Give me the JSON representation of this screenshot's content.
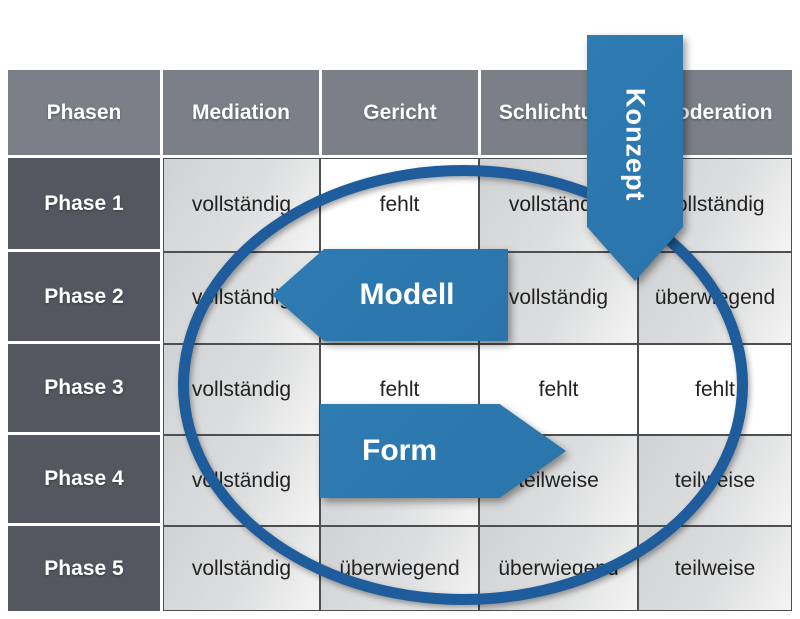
{
  "table": {
    "columns": [
      "Phasen",
      "Mediation",
      "Gericht",
      "Schlichtung",
      "Moderation"
    ],
    "rows": [
      {
        "label": "Phase 1",
        "values": [
          "vollständig",
          "fehlt",
          "vollständig",
          "vollständig"
        ]
      },
      {
        "label": "Phase 2",
        "values": [
          "vollständig",
          "",
          "vollständig",
          "überwiegend"
        ]
      },
      {
        "label": "Phase 3",
        "values": [
          "vollständig",
          "fehlt",
          "fehlt",
          "fehlt"
        ]
      },
      {
        "label": "Phase 4",
        "values": [
          "vollständig",
          "",
          "teilweise",
          "teilweise"
        ]
      },
      {
        "label": "Phase 5",
        "values": [
          "vollständig",
          "überwiegend",
          "überwiegend",
          "teilweise"
        ]
      }
    ]
  },
  "overlays": {
    "konzept_label": "Konzept",
    "modell_label": "Modell",
    "form_label": "Form"
  },
  "colors": {
    "arrow_blue": "#2E7CB3",
    "ellipse_blue": "#1E5C9C",
    "header_gray": "#7B7F88",
    "row_header_gray": "#54575F"
  }
}
